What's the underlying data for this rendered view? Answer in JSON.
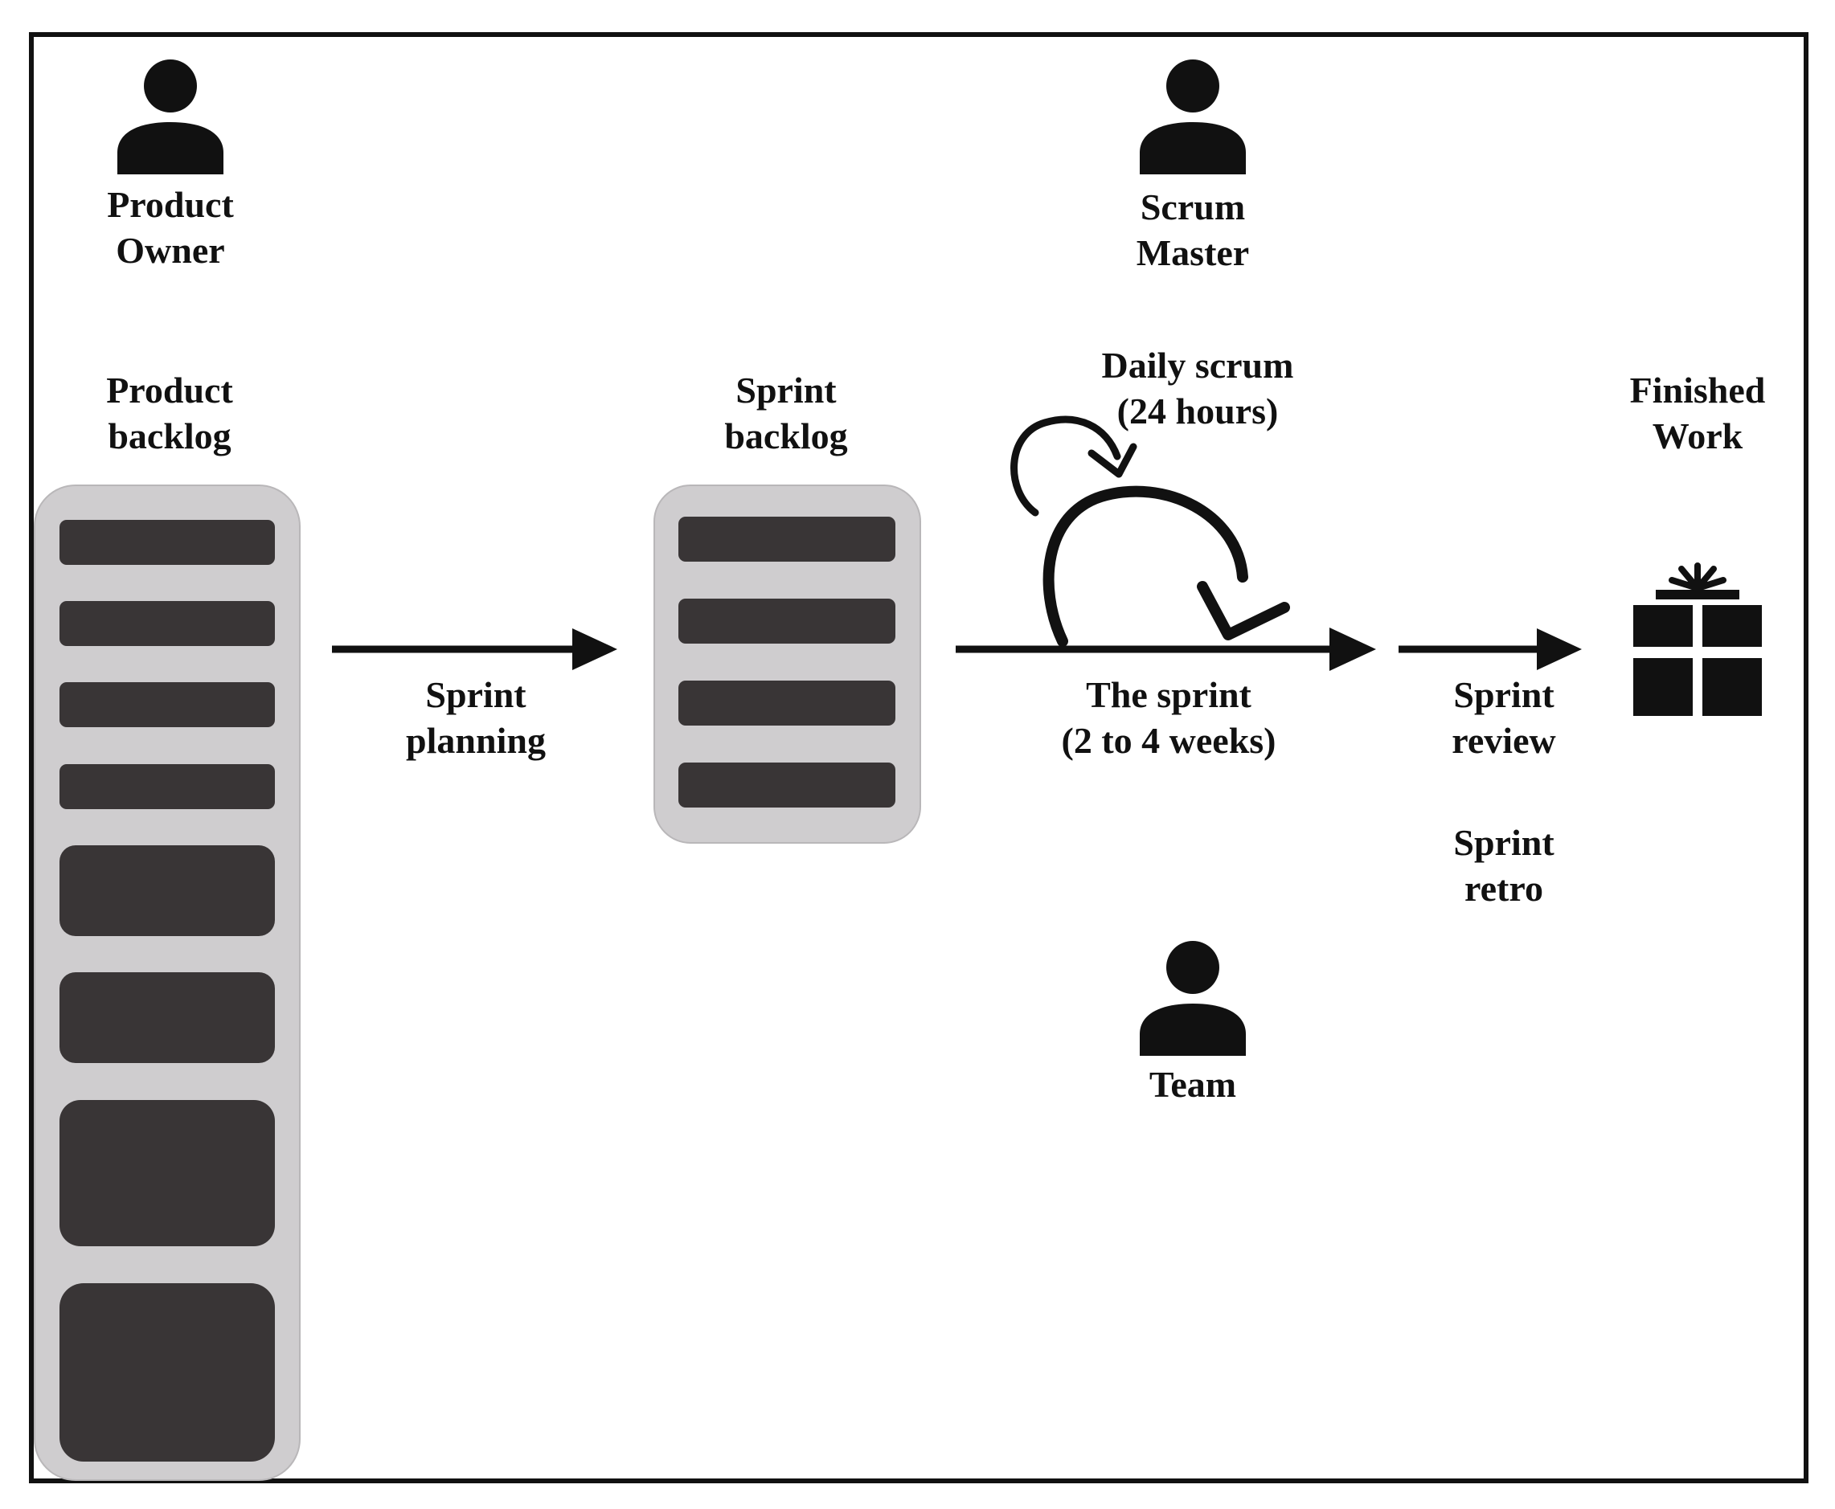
{
  "roles": {
    "product_owner": [
      "Product",
      "Owner"
    ],
    "scrum_master": [
      "Scrum",
      "Master"
    ],
    "team": [
      "Team"
    ]
  },
  "artifacts": {
    "product_backlog": [
      "Product",
      "backlog"
    ],
    "sprint_backlog": [
      "Sprint",
      "backlog"
    ],
    "finished_work": [
      "Finished",
      "Work"
    ]
  },
  "events": {
    "sprint_planning": [
      "Sprint",
      "planning"
    ],
    "daily_scrum": [
      "Daily scrum",
      "(24 hours)"
    ],
    "the_sprint": [
      "The sprint",
      "(2 to 4 weeks)"
    ],
    "sprint_review": [
      "Sprint",
      "review"
    ],
    "sprint_retro": [
      "Sprint",
      "retro"
    ]
  },
  "icons": {
    "person": "person-icon",
    "gift": "gift-icon",
    "cycle": "cycle-arrow-icon",
    "arrow": "right-arrow-icon"
  },
  "colors": {
    "ink": "#111111",
    "backlog_bg": "#cfcdcf",
    "backlog_item": "#393536"
  }
}
